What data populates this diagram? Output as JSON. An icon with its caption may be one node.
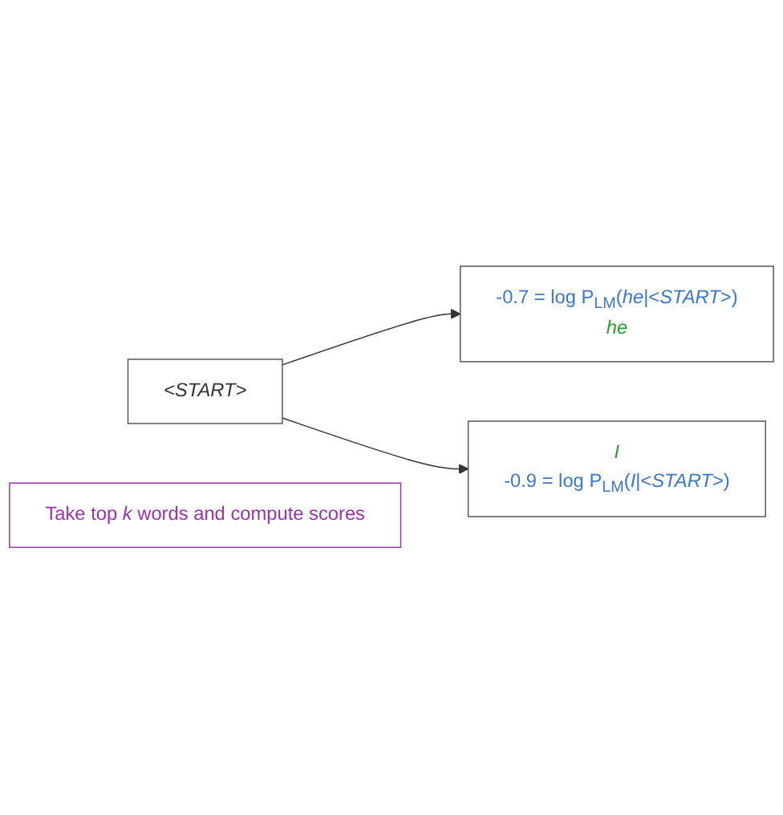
{
  "diagram": {
    "nodes": [
      {
        "text": [
          "-0.7 = log P$_{LM}$(*he*|<*START*>)",
          "he"
        ]
      },
      {
        "text": [
          "<START>"
        ]
      },
      {
        "text": [
          "I",
          "-0.9 = log P$_{LM}$(*I*|<*START*>)"
        ]
      },
      {
        "text": [
          "Take top *k* words and compute scores"
        ]
      }
    ],
    "edges": [
      {
        "from": 1,
        "to": 0,
        "arrow": "to"
      },
      {
        "from": 1,
        "to": 2,
        "arrow": "to"
      }
    ]
  }
}
